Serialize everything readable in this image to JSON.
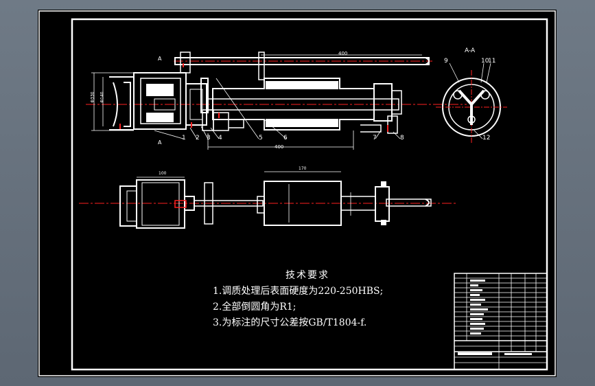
{
  "drawing": {
    "section_label": "A-A",
    "section_mark_top": "A",
    "section_mark_bottom": "A",
    "dimensions": {
      "top_length": "400",
      "mid_length": "400",
      "left_dia_1": "Φ330",
      "left_dia_2": "Φ140",
      "plan_left": "100",
      "plan_mid": "170"
    },
    "part_numbers": [
      "1",
      "2",
      "3",
      "4",
      "5",
      "6",
      "7",
      "8"
    ],
    "section_part_numbers": [
      "9",
      "10",
      "11",
      "12"
    ]
  },
  "technical_requirements": {
    "title": "技术要求",
    "items": [
      "1.调质处理后表面硬度为220-250HBS;",
      "2.全部倒圆角为R1;",
      "3.为标注的尺寸公差按GB/T1804-f."
    ]
  },
  "colors": {
    "line": "#ffffff",
    "centerline": "#ff2020",
    "background": "#000000"
  }
}
